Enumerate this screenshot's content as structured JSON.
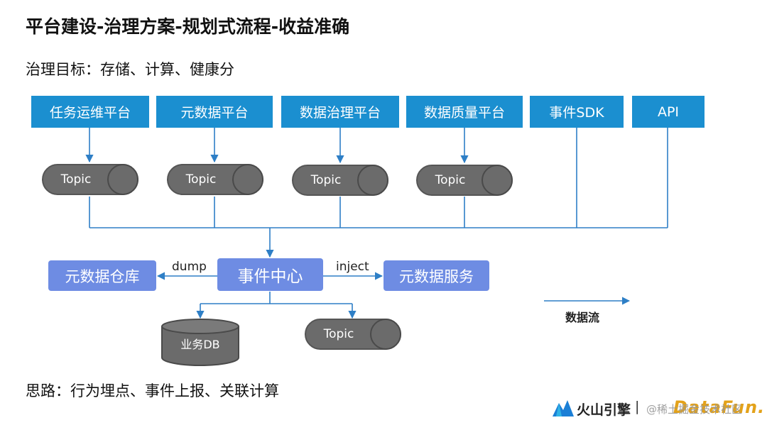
{
  "title": "平台建设-治理方案-规划式流程-收益准确",
  "goal": "治理目标：存储、计算、健康分",
  "sources": [
    {
      "label": "任务运维平台"
    },
    {
      "label": "元数据平台"
    },
    {
      "label": "数据治理平台"
    },
    {
      "label": "数据质量平台"
    },
    {
      "label": "事件SDK"
    },
    {
      "label": "API"
    }
  ],
  "topic_label": "Topic",
  "center": {
    "label": "事件中心"
  },
  "left_target": {
    "label": "元数据仓库",
    "edge_label": "dump"
  },
  "right_target": {
    "label": "元数据服务",
    "edge_label": "inject"
  },
  "db": {
    "label": "业务DB"
  },
  "legend": {
    "label": "数据流"
  },
  "idea": "思路：行为埋点、事件上报、关联计算",
  "footer": {
    "logo_text": "火山引擎",
    "separator": "|",
    "brand": "DataFun.",
    "watermark": "@稀土掘金技术社区"
  },
  "colors": {
    "source_blue": "#1b8fd0",
    "purple_box": "#6e8ce3",
    "topic_gray": "#6b6b6b",
    "arrow": "#2e7fc6"
  }
}
